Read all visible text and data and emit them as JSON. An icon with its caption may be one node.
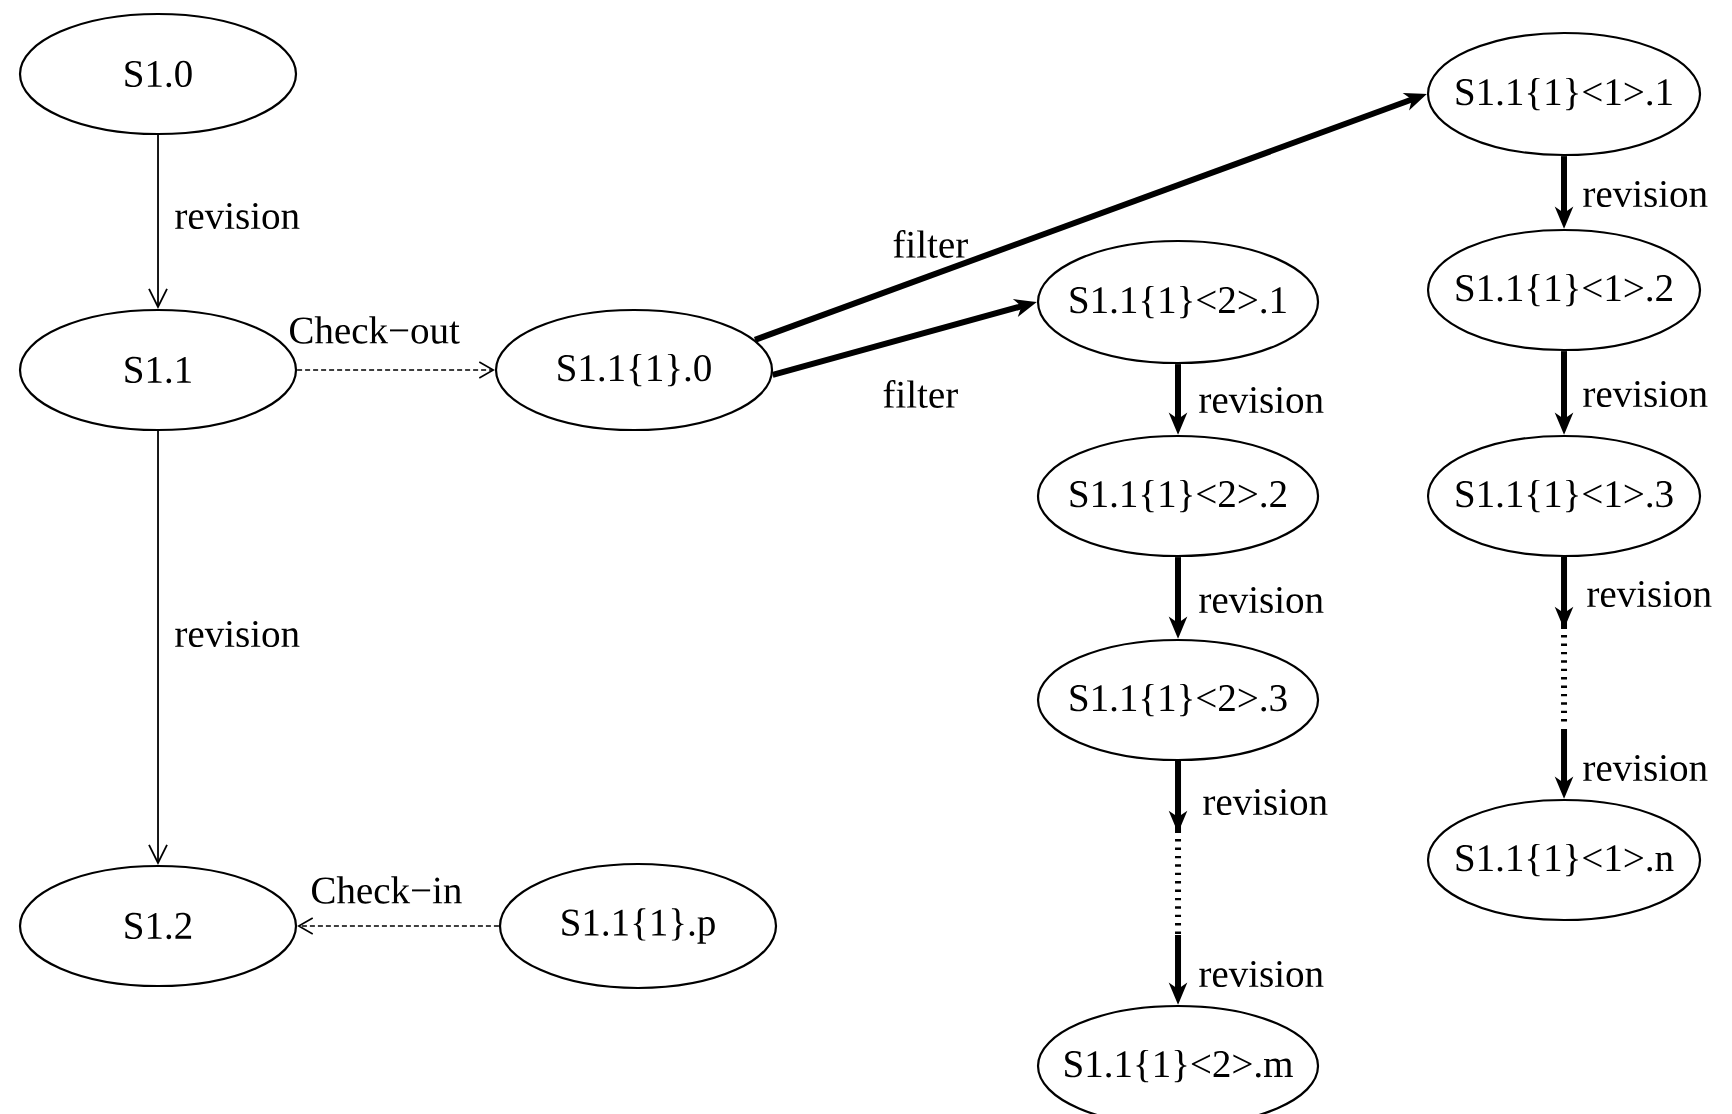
{
  "diagram": {
    "nodes": [
      {
        "text": [
          "S1.0"
        ]
      },
      {
        "text": [
          "S1.1"
        ]
      },
      {
        "text": [
          "S1.2"
        ]
      },
      {
        "text": [
          "S1.1{1}.0"
        ]
      },
      {
        "text": [
          "S1.1{1}.p"
        ]
      },
      {
        "text": [
          "S1.1{1}<1>.1"
        ]
      },
      {
        "text": [
          "S1.1{1}<1>.2"
        ]
      },
      {
        "text": [
          "S1.1{1}<1>.3"
        ]
      },
      {
        "text": [
          "S1.1{1}<1>.n"
        ]
      },
      {
        "text": [
          "S1.1{1}<2>.1"
        ]
      },
      {
        "text": [
          "S1.1{1}<2>.2"
        ]
      },
      {
        "text": [
          "S1.1{1}<2>.3"
        ]
      },
      {
        "text": [
          "S1.1{1}<2>.m"
        ]
      }
    ],
    "edges": [
      {
        "from": 0,
        "to": 1,
        "arrow": "to",
        "label": "revision"
      },
      {
        "from": 1,
        "to": 2,
        "arrow": "to",
        "label": "revision"
      },
      {
        "from": 1,
        "to": 3,
        "arrow": "to",
        "label": "Check−out",
        "style": "dashed"
      },
      {
        "from": 4,
        "to": 2,
        "arrow": "to",
        "label": "Check−in",
        "style": "dashed"
      },
      {
        "from": 3,
        "to": 5,
        "arrow": "to",
        "label": "filter"
      },
      {
        "from": 3,
        "to": 9,
        "arrow": "to",
        "label": "filter"
      },
      {
        "from": 9,
        "to": 10,
        "arrow": "to",
        "label": "revision"
      },
      {
        "from": 10,
        "to": 11,
        "arrow": "to",
        "label": "revision"
      },
      {
        "from": 11,
        "to": 12,
        "arrow": "to",
        "label": "revision",
        "style": "dashed"
      },
      {
        "from": 5,
        "to": 6,
        "arrow": "to",
        "label": "revision"
      },
      {
        "from": 6,
        "to": 7,
        "arrow": "to",
        "label": "revision"
      },
      {
        "from": 7,
        "to": 8,
        "arrow": "to",
        "label": "revision",
        "style": "dashed"
      }
    ],
    "labels": [
      "revision",
      "revision"
    ]
  }
}
